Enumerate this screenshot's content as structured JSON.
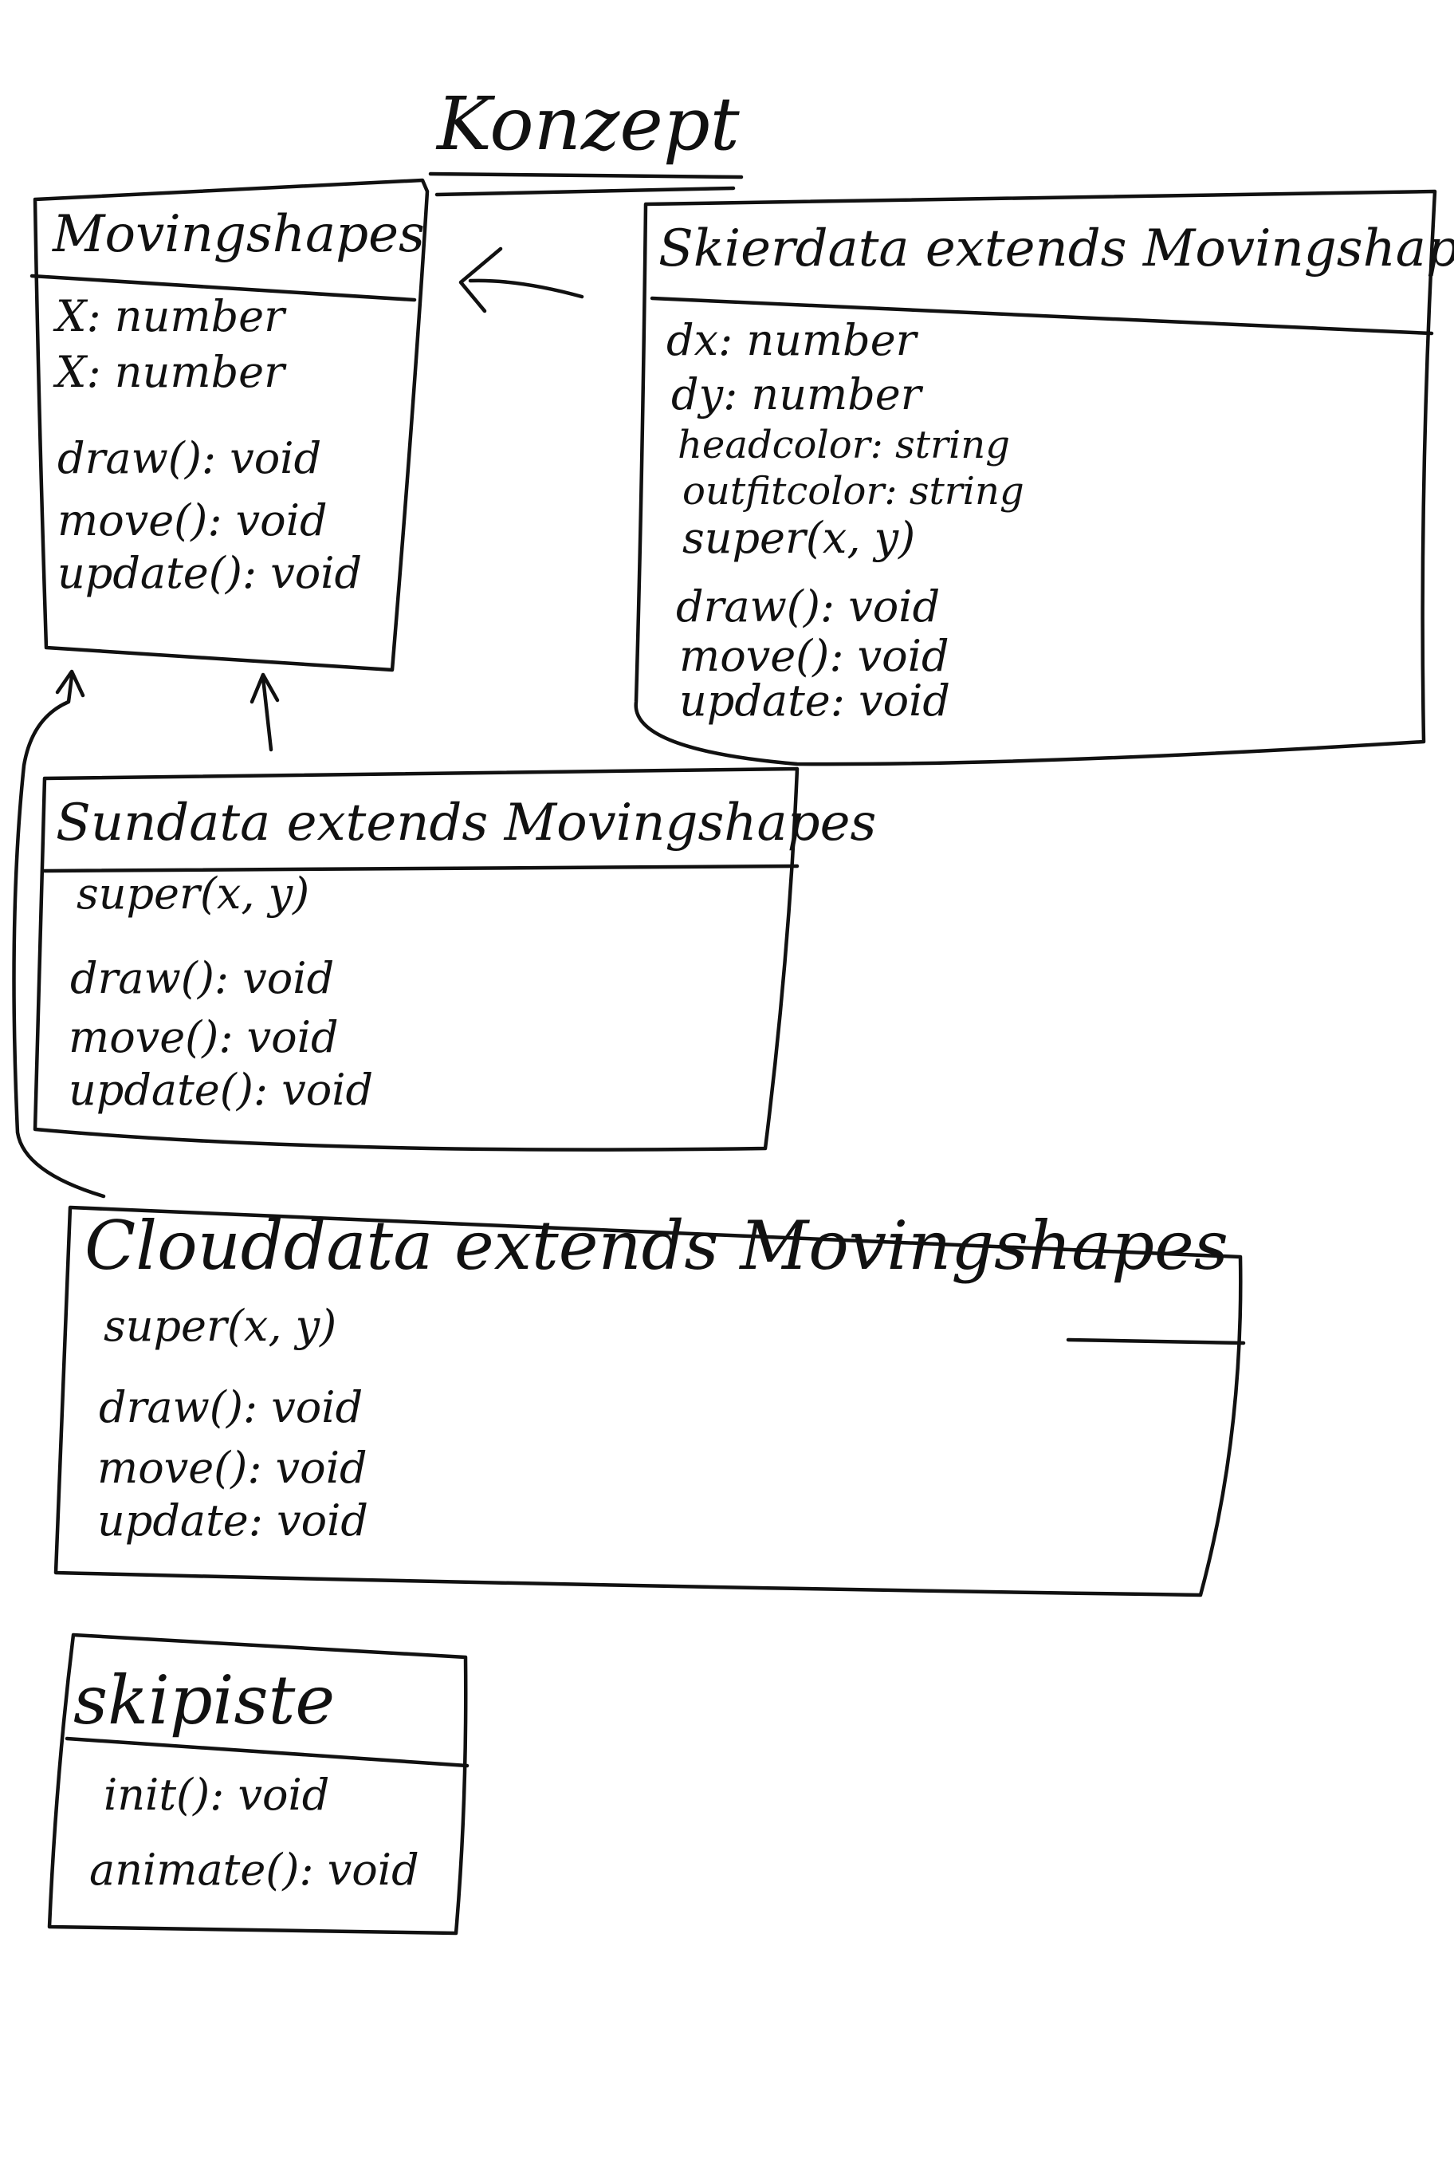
{
  "title": "Konzept",
  "classes": {
    "movingshapes": {
      "name": "Movingshapes",
      "members": [
        "X: number",
        "X: number",
        "draw(): void",
        "move(): void",
        "update(): void"
      ]
    },
    "skierdata": {
      "name": "Skierdata extends Movingshapes",
      "members": [
        "dx: number",
        "dy: number",
        "headcolor: string",
        "outfitcolor: string",
        "super(x, y)",
        "draw(): void",
        "move(): void",
        "update: void"
      ]
    },
    "sundata": {
      "name": "Sundata extends Movingshapes",
      "members": [
        "super(x, y)",
        "draw(): void",
        "move(): void",
        "update(): void"
      ]
    },
    "clouddata": {
      "name": "Clouddata extends Movingshapes",
      "members": [
        "super(x, y)",
        "draw(): void",
        "move(): void",
        "update: void"
      ]
    },
    "skipiste": {
      "name": "skipiste",
      "members": [
        "init(): void",
        "animate(): void"
      ]
    }
  }
}
